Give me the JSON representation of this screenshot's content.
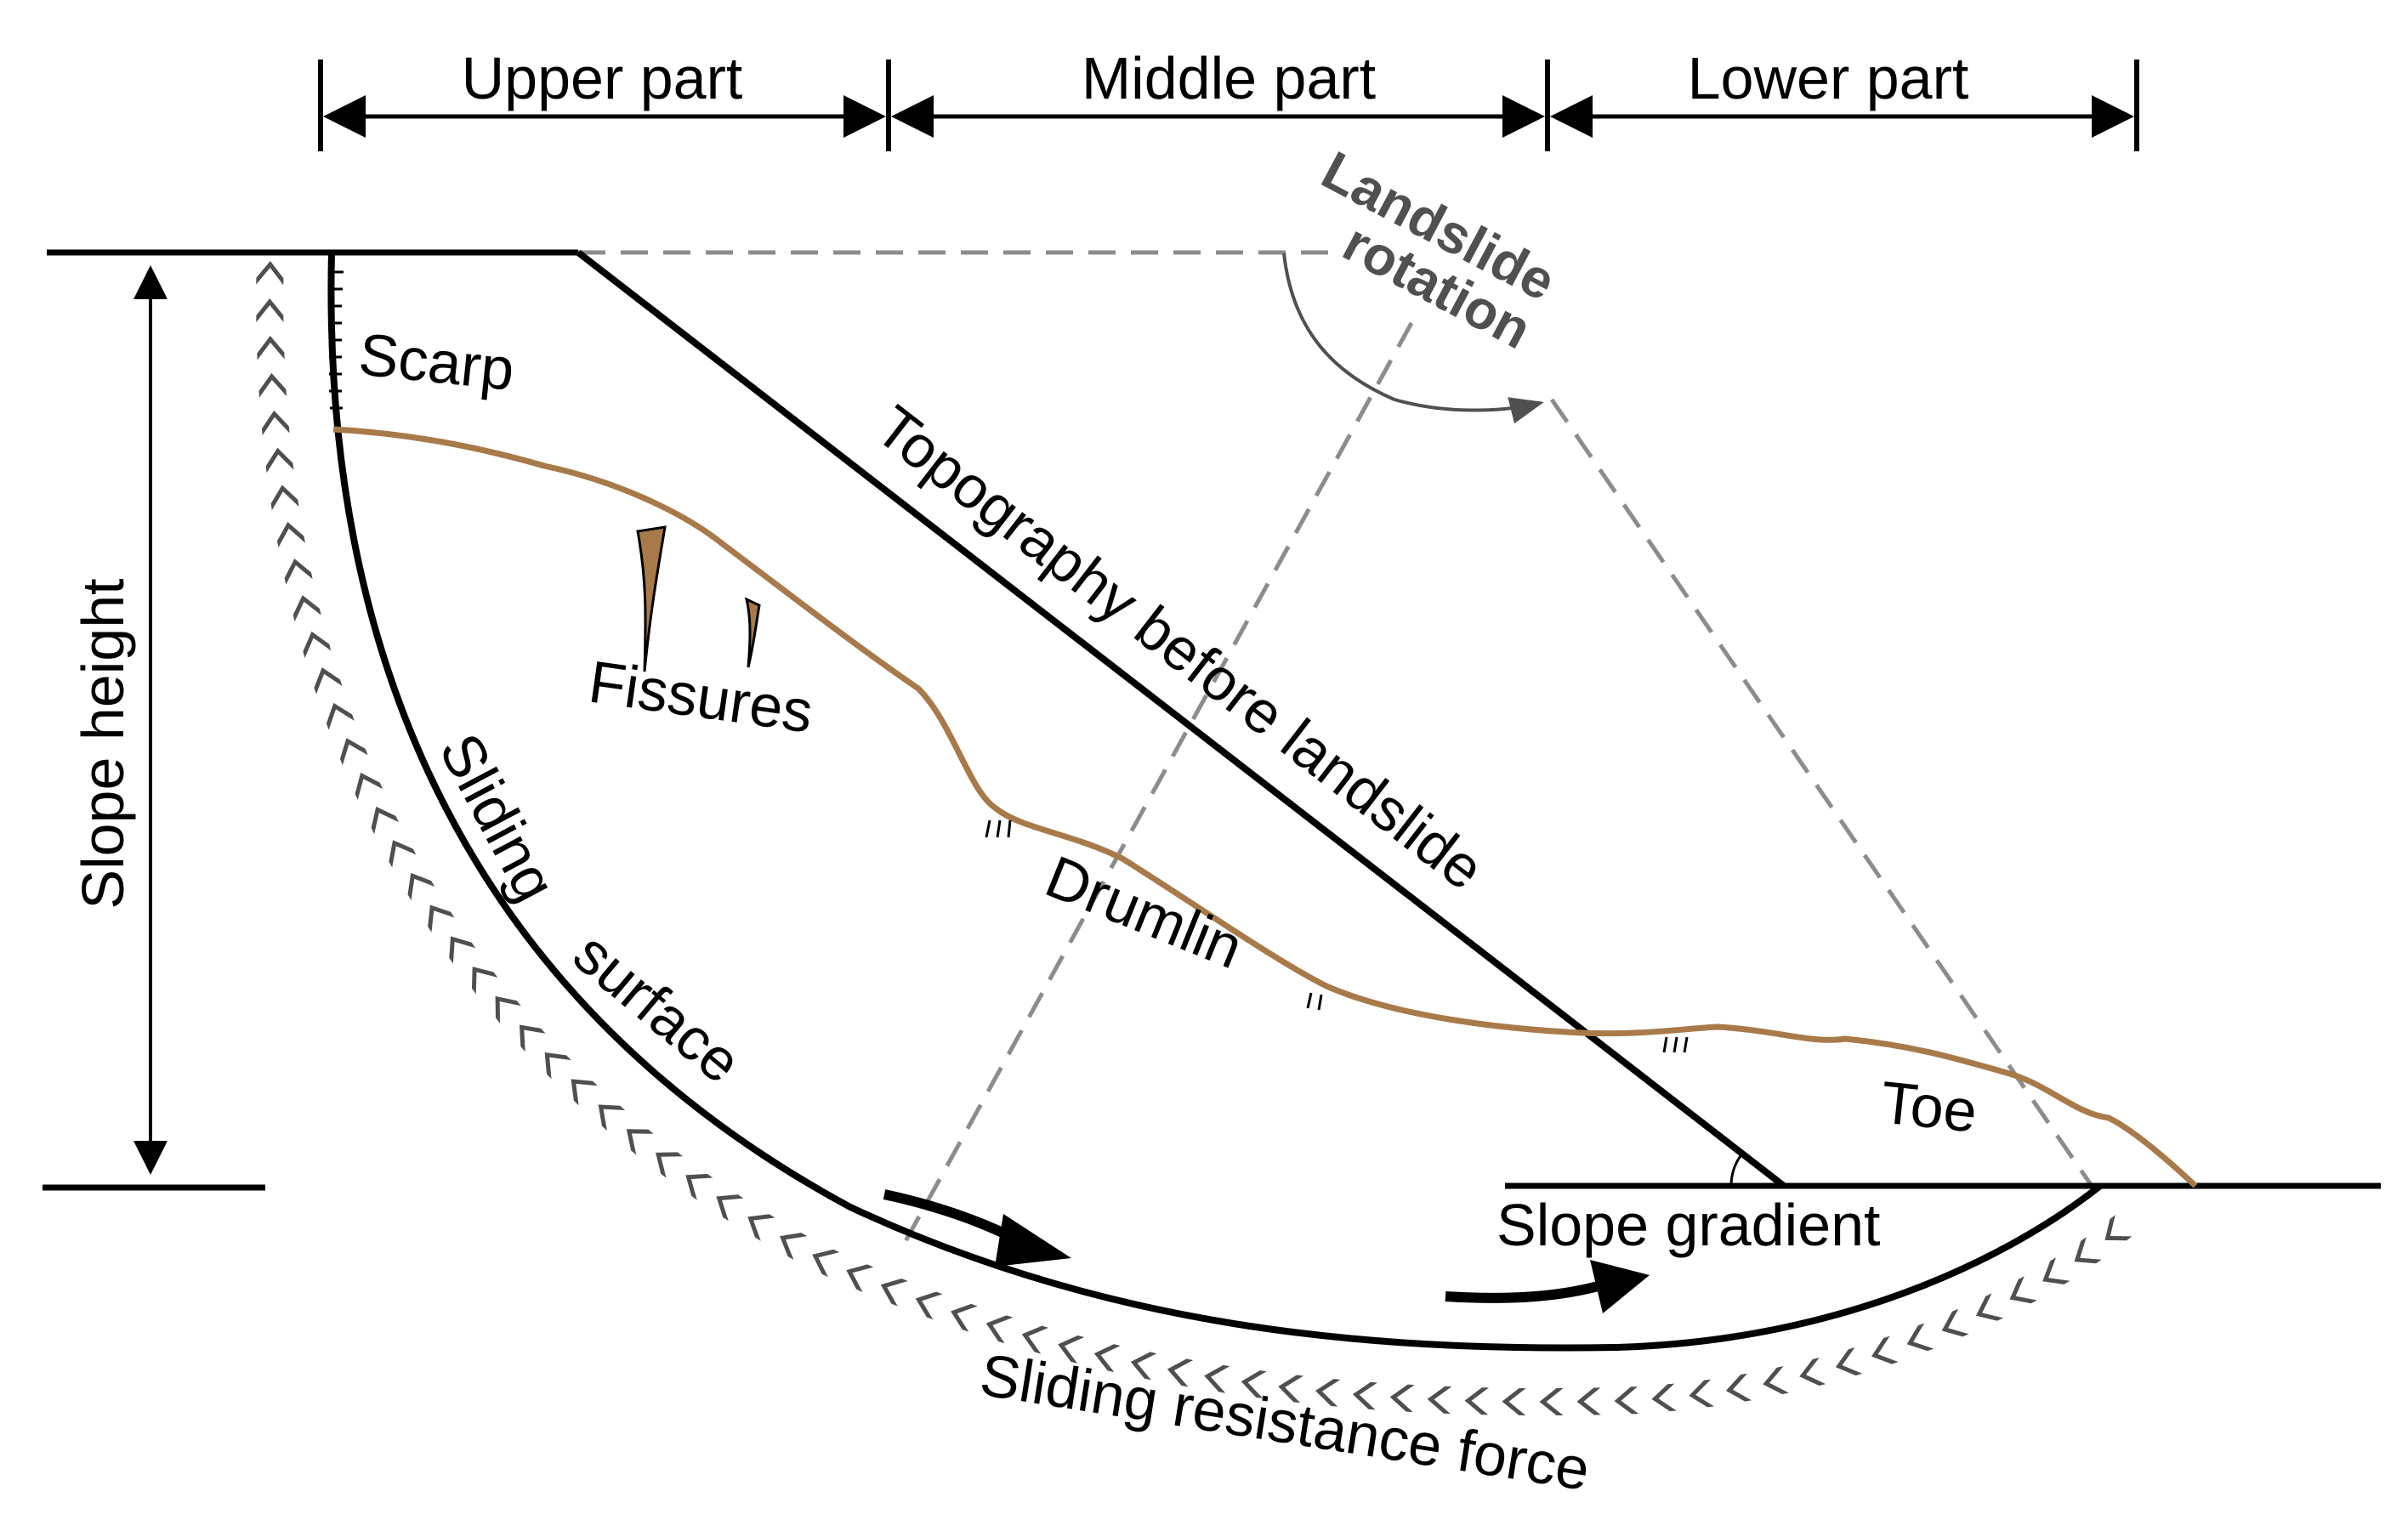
{
  "sections": {
    "upper": "Upper part",
    "middle": "Middle part",
    "lower": "Lower part"
  },
  "labels": {
    "landslide_rotation_line1": "Landslide",
    "landslide_rotation_line2": "rotation",
    "scarp": "Scarp",
    "topography": "Topography before landslide",
    "fissures": "Fissures",
    "drumlin": "Drumlin",
    "toe": "Toe",
    "slope_height": "Slope height",
    "sliding_surface_word1": "Sliding",
    "sliding_surface_word2": "surface",
    "slope_gradient": "Slope gradient",
    "sliding_resistance": "Sliding resistance force"
  },
  "colors": {
    "line": "#000000",
    "ground_surface": "#A87A4A",
    "dashed": "#8C8C8C",
    "rotation_text": "#505050",
    "chevron": "#4F4F4F"
  }
}
